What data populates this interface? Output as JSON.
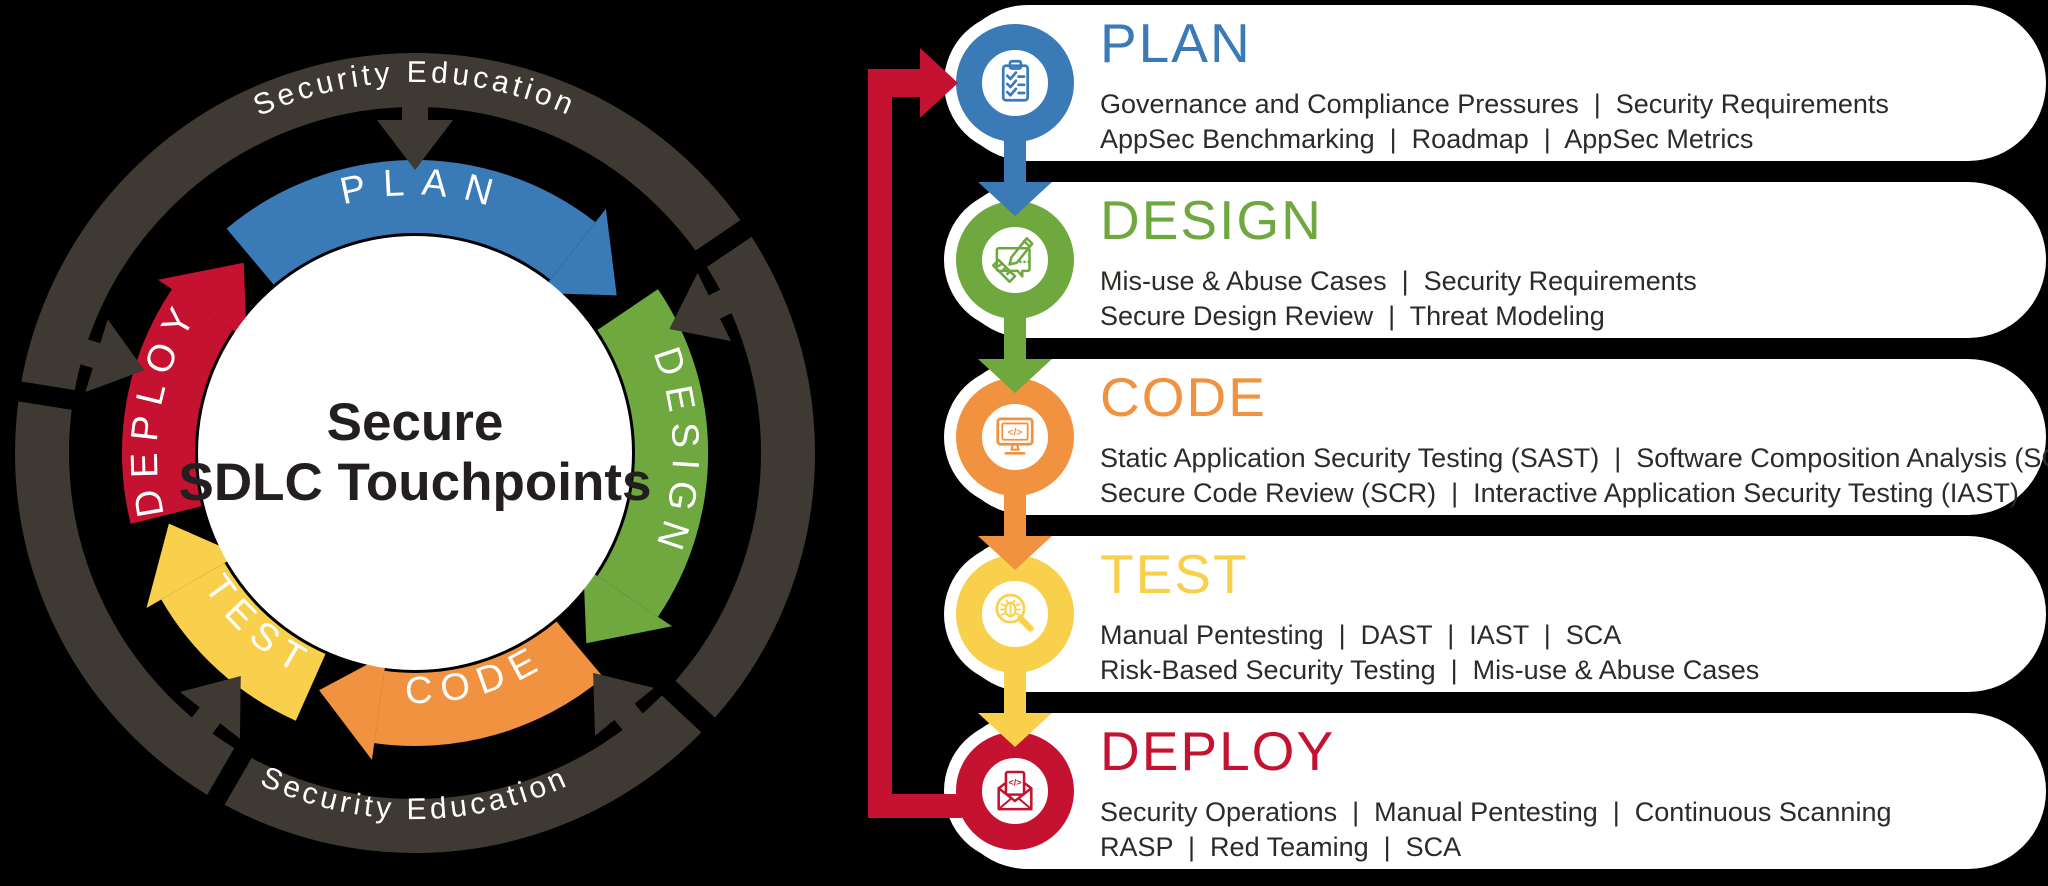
{
  "wheel": {
    "center_title_line1": "Secure",
    "center_title_line2": "SDLC Touchpoints",
    "outer_ring_label_top": "Security Education",
    "outer_ring_label_bottom": "Security Education",
    "ring_color": "#3e3933",
    "segments": [
      {
        "label": "PLAN",
        "color": "#3a7ab7"
      },
      {
        "label": "DESIGN",
        "color": "#6fa83f"
      },
      {
        "label": "CODE",
        "color": "#f0923f"
      },
      {
        "label": "TEST",
        "color": "#f9d04c"
      },
      {
        "label": "DEPLOY",
        "color": "#c41230"
      }
    ]
  },
  "rows": [
    {
      "title": "PLAN",
      "color": "#3a7ab7",
      "icon": "clipboard-checklist-icon",
      "line1": "Governance and Compliance Pressures  |  Security Requirements",
      "line2": "AppSec Benchmarking  |  Roadmap  |  AppSec Metrics"
    },
    {
      "title": "DESIGN",
      "color": "#6fa83f",
      "icon": "design-sketch-icon",
      "line1": "Mis-use & Abuse Cases  |  Security Requirements",
      "line2": "Secure Design Review  |  Threat Modeling"
    },
    {
      "title": "CODE",
      "color": "#f0923f",
      "icon": "monitor-code-icon",
      "line1": "Static Application Security Testing (SAST)  |  Software Composition Analysis (SCA)",
      "line2": "Secure Code Review (SCR)  |  Interactive Application Security Testing (IAST)"
    },
    {
      "title": "TEST",
      "color": "#f9d04c",
      "icon": "magnifier-bug-icon",
      "line1": "Manual Pentesting  |  DAST  |  IAST  |  SCA",
      "line2": "Risk-Based Security Testing  |  Mis-use & Abuse Cases"
    },
    {
      "title": "DEPLOY",
      "color": "#c41230",
      "icon": "envelope-code-icon",
      "line1": "Security Operations  |  Manual Pentesting  |  Continuous Scanning",
      "line2": "RASP  |  Red Teaming  |  SCA"
    }
  ],
  "connector_color": "#c41230",
  "background_color": "#000000"
}
